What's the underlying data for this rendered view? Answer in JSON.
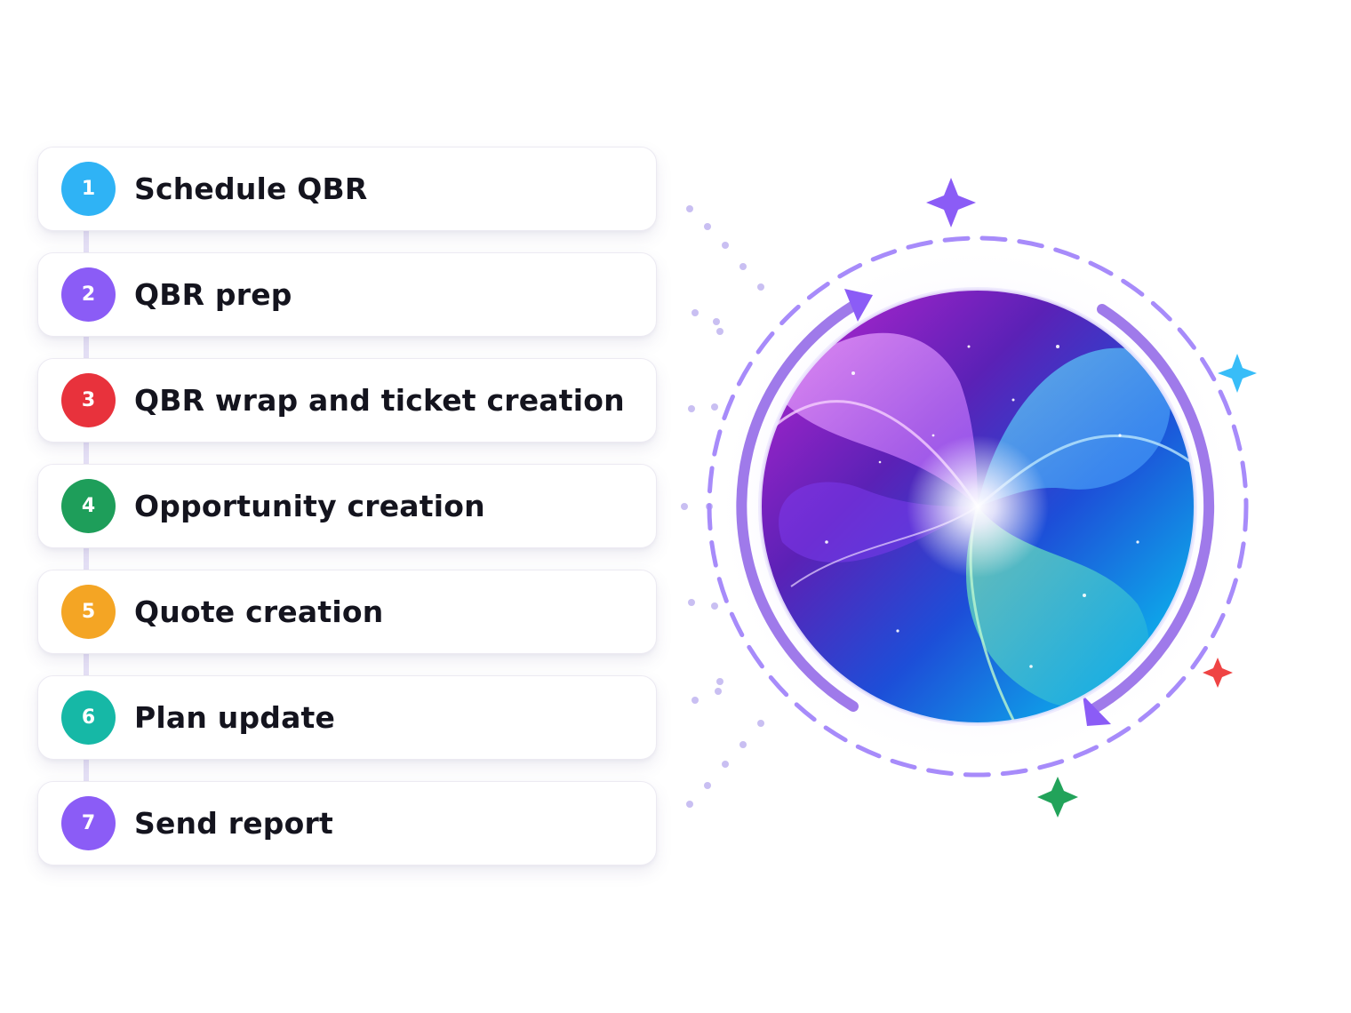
{
  "steps": [
    {
      "number": "1",
      "label": "Schedule QBR",
      "color": "#2fb3f5"
    },
    {
      "number": "2",
      "label": "QBR prep",
      "color": "#8b5cf6"
    },
    {
      "number": "3",
      "label": "QBR wrap and ticket creation",
      "color": "#e8323c"
    },
    {
      "number": "4",
      "label": "Opportunity creation",
      "color": "#1e9e5a"
    },
    {
      "number": "5",
      "label": "Quote creation",
      "color": "#f4a524"
    },
    {
      "number": "6",
      "label": "Plan update",
      "color": "#16b8a6"
    },
    {
      "number": "7",
      "label": "Send report",
      "color": "#8b5cf6"
    }
  ],
  "illustration": {
    "subject": "swirling-galaxy-orb-icon",
    "ring_color": "#a78bfa",
    "arc_color": "#9f7aea",
    "sparkle_colors": [
      "#8b5cf6",
      "#38bdf8",
      "#ef4444",
      "#22a35a"
    ]
  }
}
